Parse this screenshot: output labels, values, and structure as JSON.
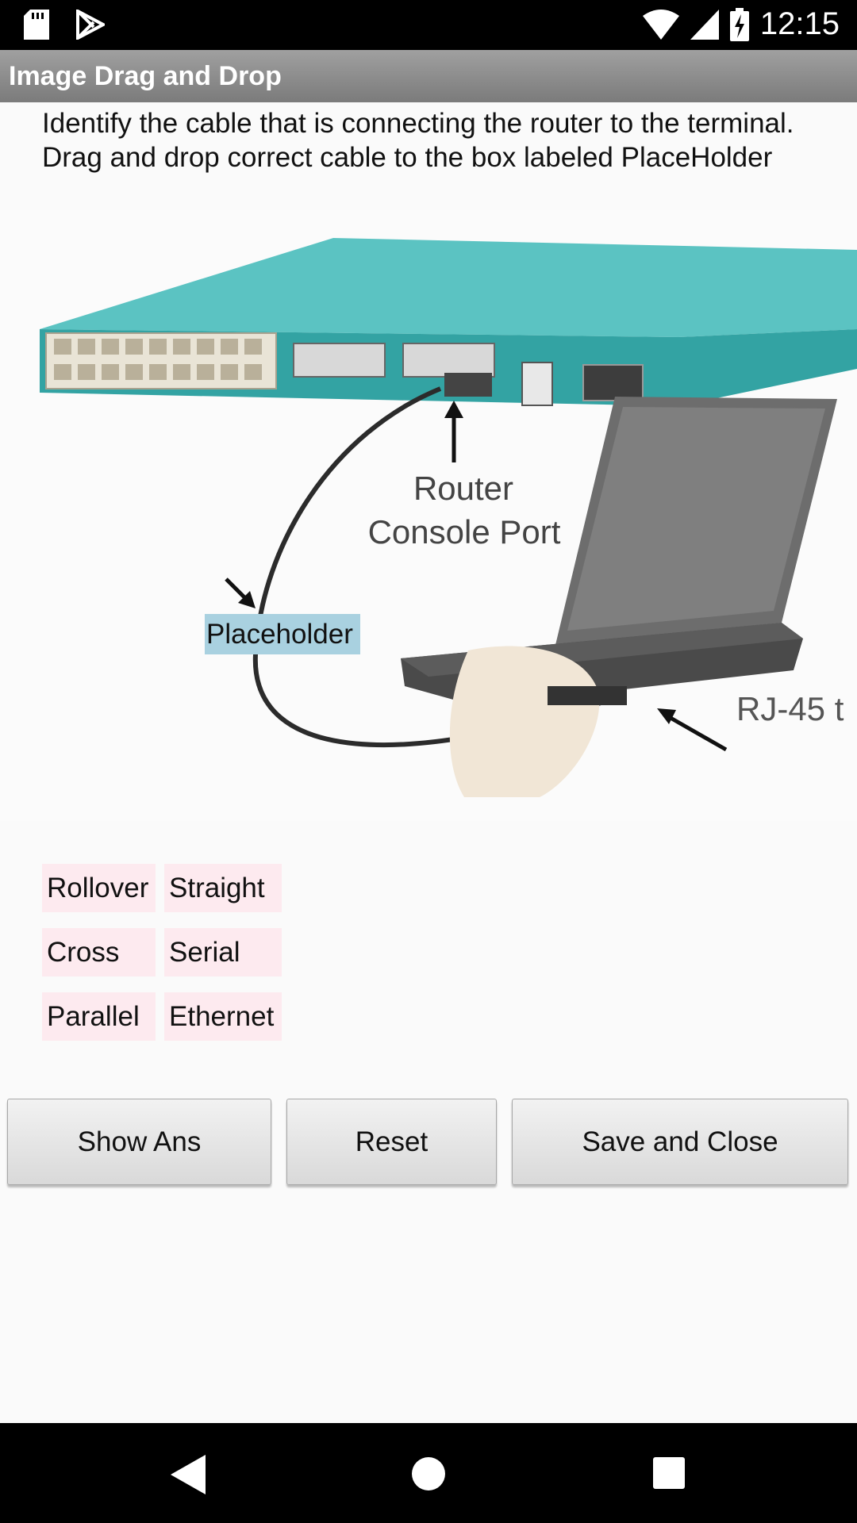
{
  "status_bar": {
    "time": "12:15",
    "icons": [
      "sd-card-icon",
      "play-store-icon",
      "wifi-icon",
      "signal-icon",
      "battery-charging-icon"
    ]
  },
  "app_bar": {
    "title": "Image Drag and Drop"
  },
  "instructions": {
    "line1": "Identify the cable that is connecting the router to the terminal.",
    "line2": "Drag and drop correct cable to the box labeled PlaceHolder"
  },
  "diagram": {
    "router_label_1": "Router",
    "router_label_2": "Console Port",
    "rj45_label": "RJ-45 t",
    "placeholder": "Placeholder",
    "colors": {
      "router": "#39aaa8",
      "laptop": "#6f6f6f",
      "cable": "#2b2b2b"
    }
  },
  "options": [
    [
      "Rollover",
      "Straight"
    ],
    [
      "Cross",
      "Serial"
    ],
    [
      "Parallel",
      "Ethernet"
    ]
  ],
  "buttons": {
    "show_ans": "Show Ans",
    "reset": "Reset",
    "save_close": "Save and Close"
  },
  "nav_bar": {
    "icons": [
      "back-icon",
      "home-icon",
      "recents-icon"
    ]
  }
}
